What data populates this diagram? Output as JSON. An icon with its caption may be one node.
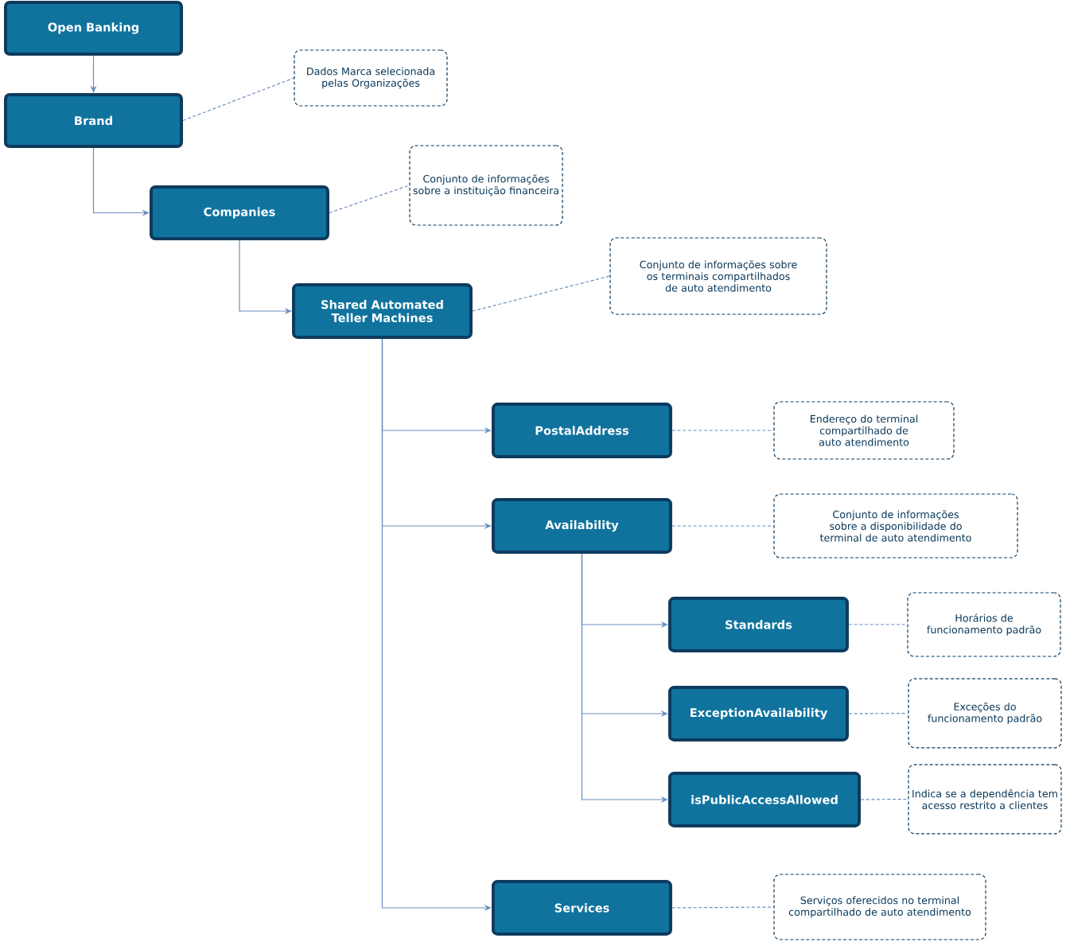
{
  "diagram": {
    "nodes": [
      {
        "text": [
          "Open Banking"
        ]
      },
      {
        "text": [
          "Brand"
        ]
      },
      {
        "text": [
          "Dados Marca selecionada pelas Organizações"
        ]
      },
      {
        "text": [
          "Companies"
        ]
      },
      {
        "text": [
          "Conjunto de informações sobre a instituição financeira"
        ]
      },
      {
        "text": [
          "Shared Automated Teller Machines"
        ]
      },
      {
        "text": [
          "Conjunto de informações sobre os terminais compartilhados de auto atendimento"
        ]
      },
      {
        "text": [
          "PostalAddress"
        ]
      },
      {
        "text": [
          "Endereço do terminal compartilhado de auto atendimento"
        ]
      },
      {
        "text": [
          "Availability"
        ]
      },
      {
        "text": [
          "Conjunto de informações sobre a disponibilidade do terminal de auto atendimento"
        ]
      },
      {
        "text": [
          "Standards"
        ]
      },
      {
        "text": [
          "Horários de funcionamento padrão"
        ]
      },
      {
        "text": [
          "ExceptionAvailability"
        ]
      },
      {
        "text": [
          "Exceções do funcionamento padrão"
        ]
      },
      {
        "text": [
          "isPublicAccessAllowed"
        ]
      },
      {
        "text": [
          "Indica se a dependência tem acesso restrito a clientes"
        ]
      },
      {
        "text": [
          "Services"
        ]
      },
      {
        "text": [
          "Serviços oferecidos no terminal compartilhado de auto atendimento"
        ]
      }
    ],
    "edges": [
      {
        "from": 0,
        "to": 1,
        "arrow": "to"
      },
      {
        "from": 1,
        "to": 2,
        "arrow": "none",
        "style": "dashed"
      },
      {
        "from": 1,
        "to": 3,
        "arrow": "to"
      },
      {
        "from": 3,
        "to": 4,
        "arrow": "none",
        "style": "dashed"
      },
      {
        "from": 3,
        "to": 5,
        "arrow": "to"
      },
      {
        "from": 5,
        "to": 6,
        "arrow": "none",
        "style": "dashed"
      },
      {
        "from": 5,
        "to": 7,
        "arrow": "to"
      },
      {
        "from": 7,
        "to": 8,
        "arrow": "none",
        "style": "dashed"
      },
      {
        "from": 5,
        "to": 9,
        "arrow": "to"
      },
      {
        "from": 9,
        "to": 10,
        "arrow": "none",
        "style": "dashed"
      },
      {
        "from": 9,
        "to": 11,
        "arrow": "to"
      },
      {
        "from": 11,
        "to": 12,
        "arrow": "none",
        "style": "dashed"
      },
      {
        "from": 9,
        "to": 13,
        "arrow": "to"
      },
      {
        "from": 13,
        "to": 14,
        "arrow": "none",
        "style": "dashed"
      },
      {
        "from": 9,
        "to": 15,
        "arrow": "to"
      },
      {
        "from": 15,
        "to": 16,
        "arrow": "none",
        "style": "dashed"
      },
      {
        "from": 5,
        "to": 17,
        "arrow": "to"
      },
      {
        "from": 17,
        "to": 18,
        "arrow": "none",
        "style": "dashed"
      }
    ]
  }
}
